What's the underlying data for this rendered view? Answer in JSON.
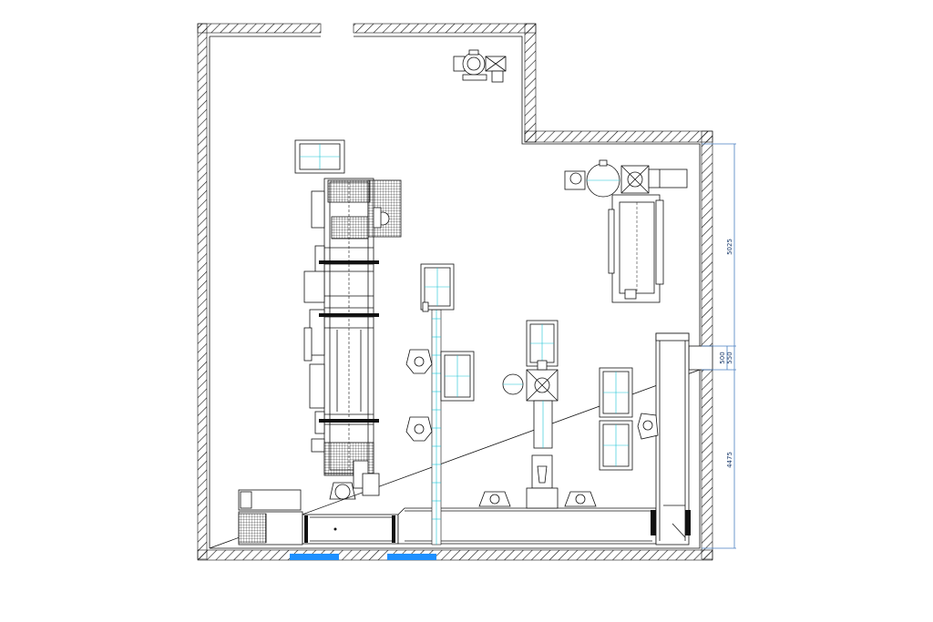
{
  "drawing": {
    "dimensions": {
      "upper_span": "5025",
      "opening_1": "500",
      "opening_2": "550",
      "lower_span": "4475"
    },
    "colors": {
      "wall_hatch": "#111111",
      "dimension_line": "#4a7fc1",
      "centerline": "#19c3d6",
      "door_mark": "#1e90ff",
      "equipment_line": "#111111"
    }
  }
}
